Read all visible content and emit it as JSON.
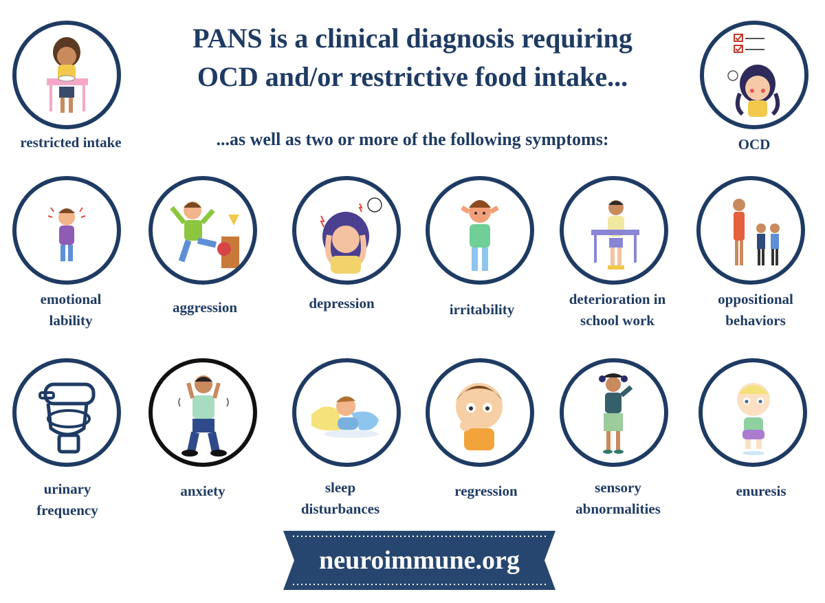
{
  "heading": {
    "line1": "PANS is a clinical diagnosis requiring",
    "line2": "OCD and/or restrictive food intake..."
  },
  "subheading": "...as well as two or more of the following symptoms:",
  "required": {
    "restricted": "restricted intake",
    "ocd": "OCD"
  },
  "symptoms_row1": {
    "emotional_1": "emotional",
    "emotional_2": "lability",
    "aggression": "aggression",
    "depression": "depression",
    "irritability": "irritability",
    "school_1": "deterioration in",
    "school_2": "school work",
    "oppositional_1": "oppositional",
    "oppositional_2": "behaviors"
  },
  "symptoms_row2": {
    "urinary_1": "urinary",
    "urinary_2": "frequency",
    "anxiety": "anxiety",
    "sleep_1": "sleep",
    "sleep_2": "disturbances",
    "regression": "regression",
    "sensory_1": "sensory",
    "sensory_2": "abnormalities",
    "enuresis": "enuresis"
  },
  "footer": {
    "site": "neuroimmune.org"
  },
  "colors": {
    "navy": "#1f3b63",
    "banner": "#27466f",
    "black_ring": "#111111"
  }
}
